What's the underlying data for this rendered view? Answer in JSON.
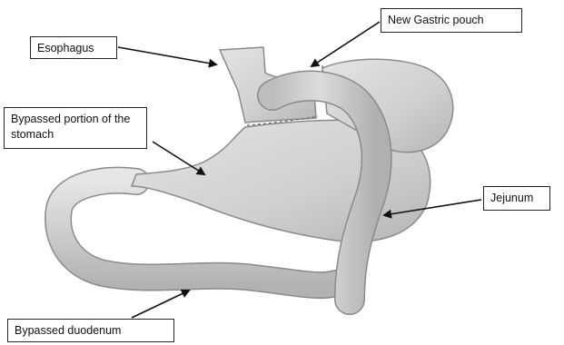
{
  "diagram": {
    "labels": {
      "esophagus": "Esophagus",
      "new_gastric_pouch": "New Gastric pouch",
      "bypassed_stomach": "Bypassed portion of the stomach",
      "jejunum": "Jejunum",
      "bypassed_duodenum": "Bypassed duodenum"
    },
    "colors": {
      "organ_fill": "#d6d6d6",
      "organ_shade": "#a9a9a9",
      "organ_outline": "#8a8a8a",
      "arrow": "#111111"
    }
  }
}
